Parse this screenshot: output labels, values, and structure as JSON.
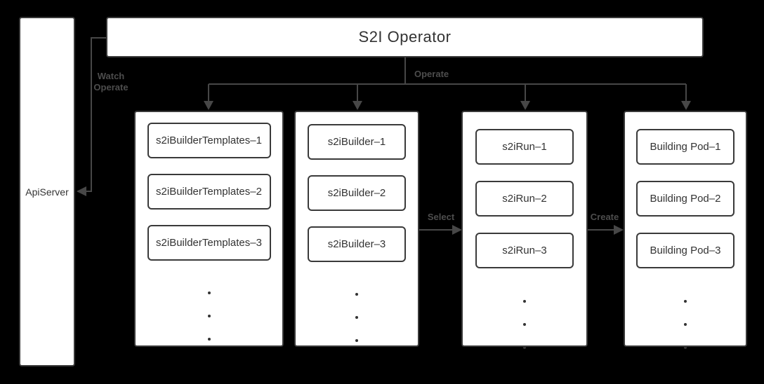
{
  "theme": {
    "background": "#000000",
    "box_fill": "#ffffff",
    "box_border": "#3a3a3a",
    "box_text": "#333333",
    "line_color": "#474747",
    "edge_label_color": "#4d4d4d"
  },
  "operator": {
    "title": "S2I Operator"
  },
  "api_server": {
    "label": "ApiServer"
  },
  "edges": {
    "watch_operate": {
      "line1": "Watch",
      "line2": "Operate"
    },
    "operate": "Operate",
    "select": "Select",
    "create": "Create"
  },
  "columns": [
    {
      "name": "s2iBuilderTemplates",
      "items": [
        "s2iBuilderTemplates–1",
        "s2iBuilderTemplates–2",
        "s2iBuilderTemplates–3"
      ]
    },
    {
      "name": "s2iBuilder",
      "items": [
        "s2iBuilder–1",
        "s2iBuilder–2",
        "s2iBuilder–3"
      ]
    },
    {
      "name": "s2iRun",
      "items": [
        "s2iRun–1",
        "s2iRun–2",
        "s2iRun–3"
      ]
    },
    {
      "name": "Building Pod",
      "items": [
        "Building Pod–1",
        "Building Pod–2",
        "Building Pod–3"
      ]
    }
  ]
}
